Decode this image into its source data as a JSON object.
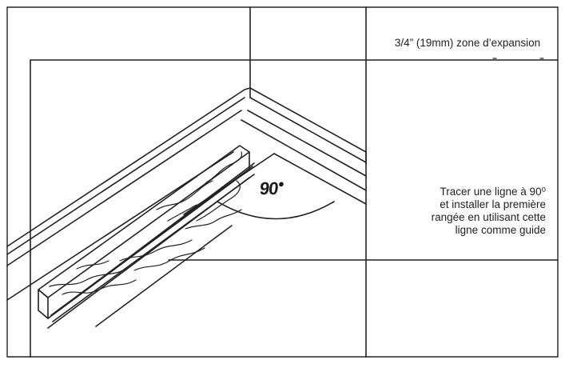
{
  "labels": {
    "expansion_zone": "3/4” (19mm) zone d’expansion",
    "angle_value": "90",
    "angle_degree_mark": "●",
    "instruction_lines": [
      "Tracer une ligne à 90⁰",
      "et installer la première",
      "rangée en utilisant cette",
      "ligne comme guide"
    ]
  },
  "colors": {
    "line": "#222222",
    "background": "#ffffff"
  }
}
